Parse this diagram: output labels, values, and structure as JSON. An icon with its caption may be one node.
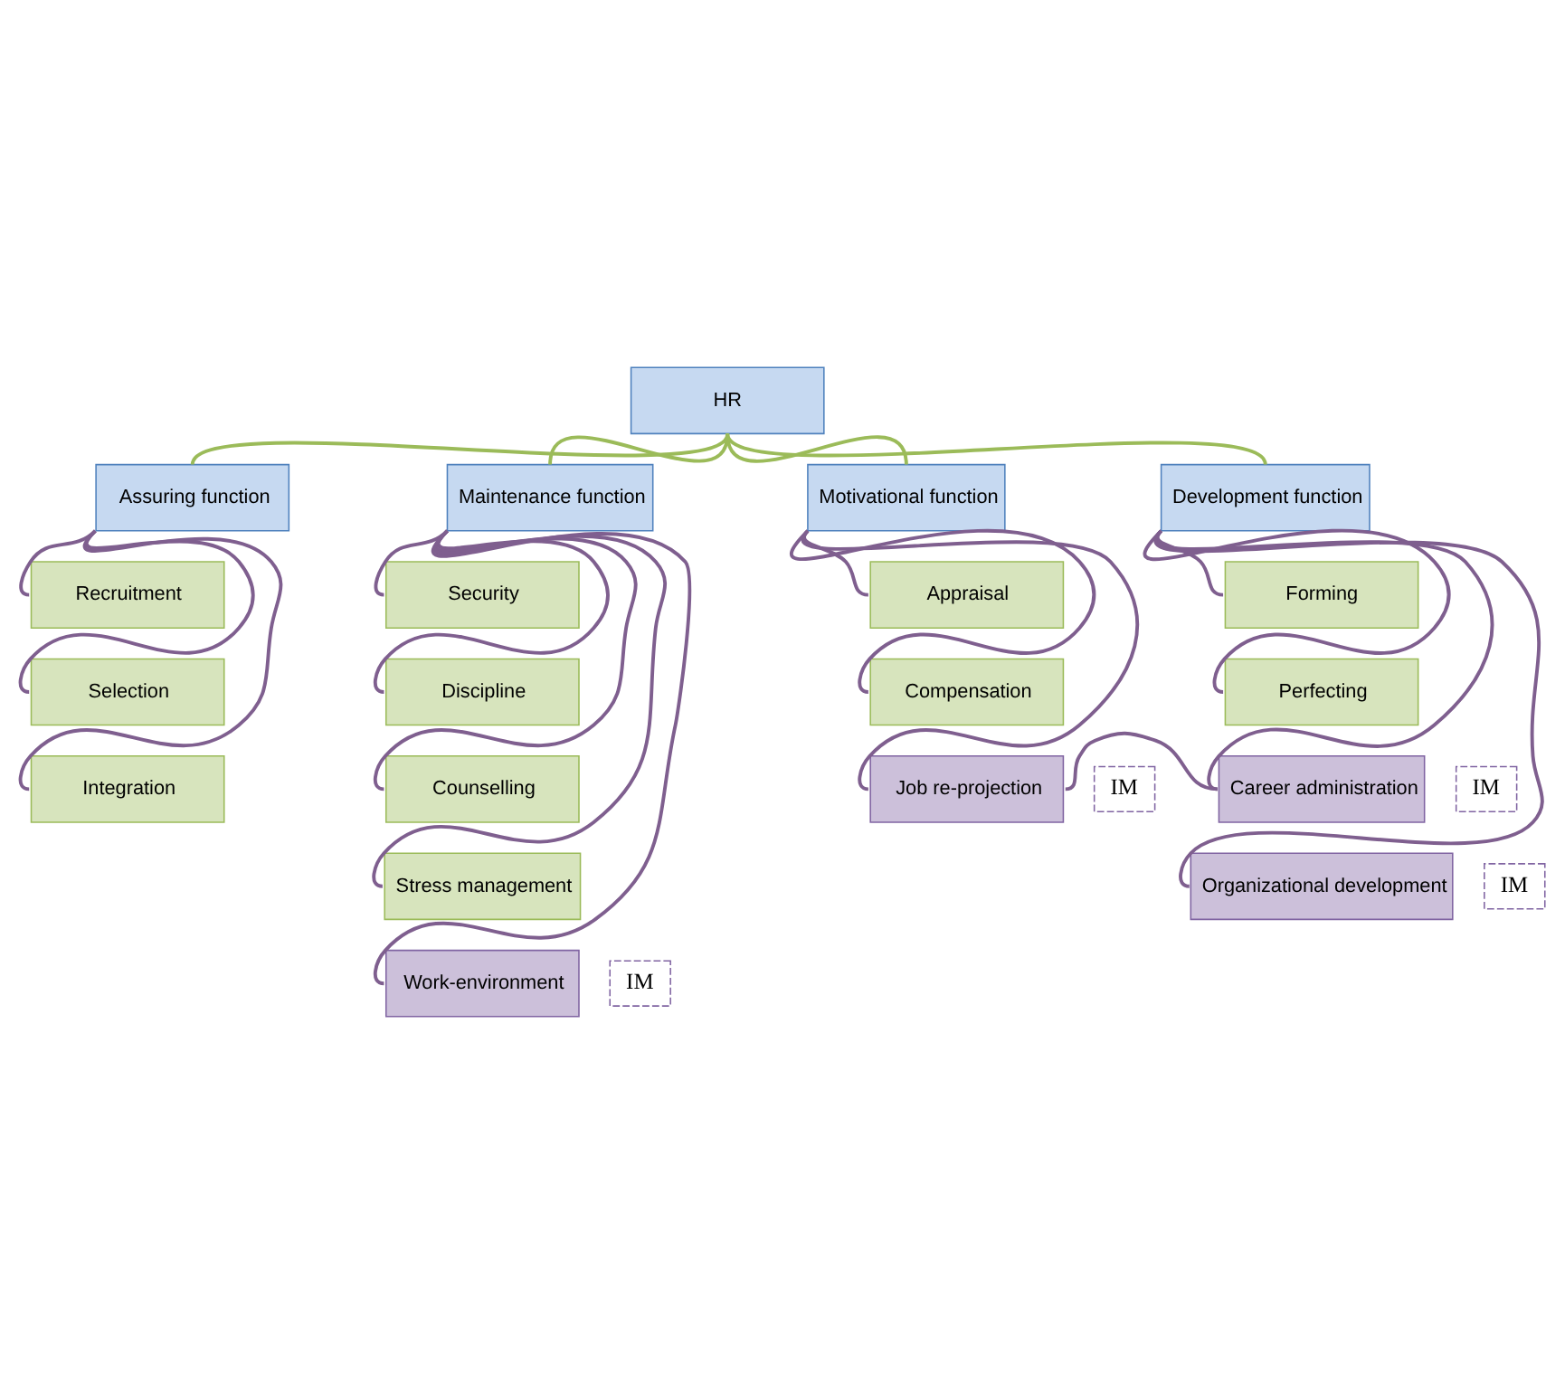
{
  "diagram": {
    "nodes": [
      {
        "text": [
          "HR"
        ]
      },
      {
        "text": [
          "Assuring function"
        ]
      },
      {
        "text": [
          "Maintenance function"
        ]
      },
      {
        "text": [
          "Motivational function"
        ]
      },
      {
        "text": [
          "Development function"
        ]
      },
      {
        "text": [
          "Recruitment"
        ]
      },
      {
        "text": [
          "Selection"
        ]
      },
      {
        "text": [
          "Integration"
        ]
      },
      {
        "text": [
          "Security"
        ]
      },
      {
        "text": [
          "Discipline"
        ]
      },
      {
        "text": [
          "Counselling"
        ]
      },
      {
        "text": [
          "Stress management"
        ]
      },
      {
        "text": [
          "Work-environment"
        ]
      },
      {
        "text": [
          "Appraisal"
        ]
      },
      {
        "text": [
          "Compensation"
        ]
      },
      {
        "text": [
          "Job re-projection"
        ]
      },
      {
        "text": [
          "Forming"
        ]
      },
      {
        "text": [
          "Perfecting"
        ]
      },
      {
        "text": [
          "Career administration"
        ]
      },
      {
        "text": [
          "Organizational development"
        ]
      },
      {
        "text": [
          "IM"
        ]
      },
      {
        "text": [
          "IM"
        ]
      },
      {
        "text": [
          "IM"
        ]
      },
      {
        "text": [
          "IM"
        ]
      }
    ],
    "edges": [
      {
        "from": 0,
        "to": 1,
        "arrow": "none",
        "color": "#9bbb59"
      },
      {
        "from": 0,
        "to": 2,
        "arrow": "none",
        "color": "#9bbb59"
      },
      {
        "from": 0,
        "to": 3,
        "arrow": "none",
        "color": "#9bbb59"
      },
      {
        "from": 0,
        "to": 4,
        "arrow": "none",
        "color": "#9bbb59"
      },
      {
        "from": 1,
        "to": 5,
        "arrow": "none"
      },
      {
        "from": 1,
        "to": 6,
        "arrow": "none"
      },
      {
        "from": 1,
        "to": 7,
        "arrow": "none"
      },
      {
        "from": 2,
        "to": 8,
        "arrow": "none"
      },
      {
        "from": 2,
        "to": 9,
        "arrow": "none"
      },
      {
        "from": 2,
        "to": 10,
        "arrow": "none"
      },
      {
        "from": 2,
        "to": 11,
        "arrow": "none"
      },
      {
        "from": 2,
        "to": 12,
        "arrow": "none"
      },
      {
        "from": 3,
        "to": 13,
        "arrow": "none"
      },
      {
        "from": 3,
        "to": 14,
        "arrow": "none"
      },
      {
        "from": 3,
        "to": 15,
        "arrow": "none"
      },
      {
        "from": 15,
        "to": 18,
        "arrow": "none"
      },
      {
        "from": 4,
        "to": 16,
        "arrow": "none"
      },
      {
        "from": 4,
        "to": 17,
        "arrow": "none"
      },
      {
        "from": 4,
        "to": 18,
        "arrow": "none"
      },
      {
        "from": 4,
        "to": 19,
        "arrow": "none"
      }
    ]
  }
}
